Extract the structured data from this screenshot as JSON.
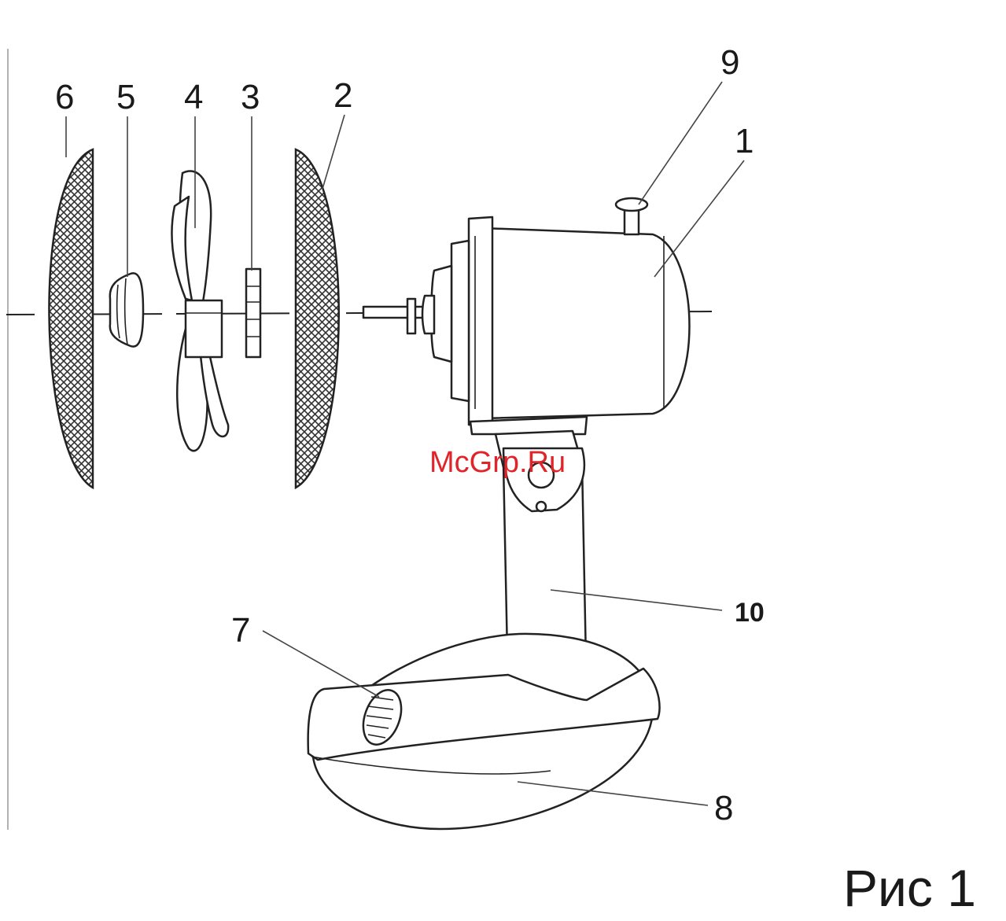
{
  "diagram": {
    "labels": {
      "l1": "1",
      "l2": "2",
      "l3": "3",
      "l4": "4",
      "l5": "5",
      "l6": "6",
      "l7": "7",
      "l8": "8",
      "l9": "9",
      "l10": "10"
    },
    "watermark": "McGrp.Ru",
    "caption": "Рис 1"
  }
}
